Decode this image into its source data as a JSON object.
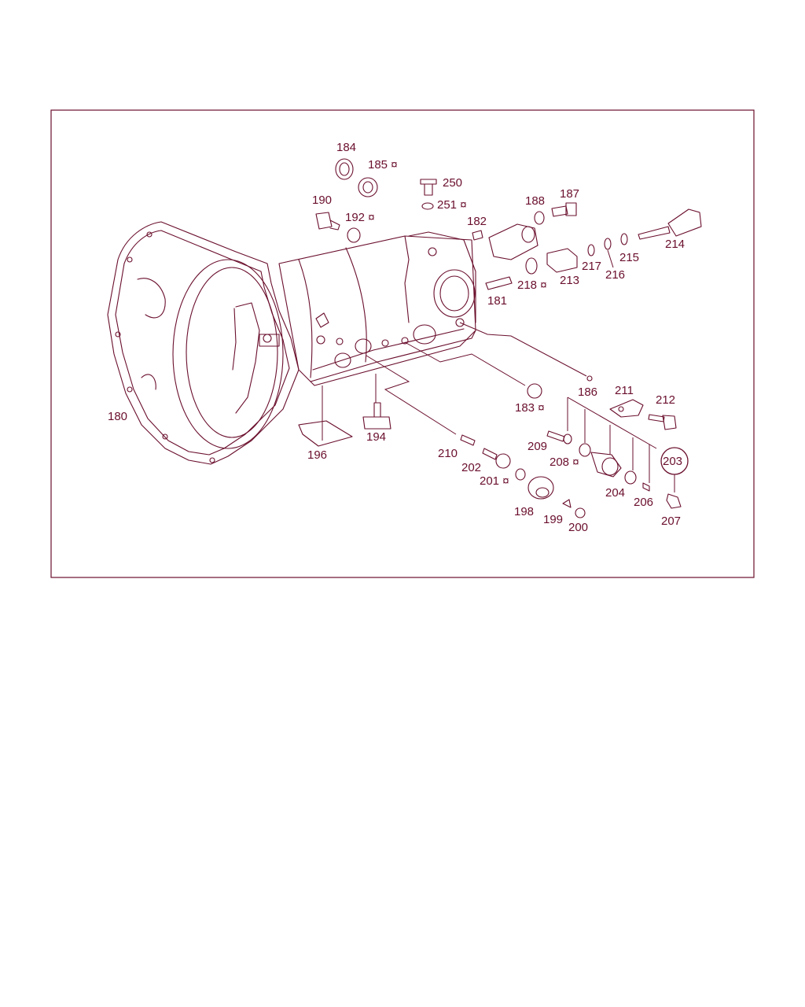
{
  "diagram": {
    "colors": {
      "ink": "#6a0f2c",
      "background": "#ffffff"
    },
    "callouts": {
      "c180": "180",
      "c181": "181",
      "c182": "182",
      "c183": "183 ¤",
      "c184": "184",
      "c185": "185 ¤",
      "c186": "186",
      "c187": "187",
      "c188": "188",
      "c190": "190",
      "c192": "192 ¤",
      "c194": "194",
      "c196": "196",
      "c198": "198",
      "c199": "199",
      "c200": "200",
      "c201": "201 ¤",
      "c202": "202",
      "c203": "203",
      "c204": "204",
      "c206": "206",
      "c207": "207",
      "c208": "208 ¤",
      "c209": "209",
      "c210": "210",
      "c211": "211",
      "c212": "212",
      "c213": "213",
      "c214": "214",
      "c215": "215",
      "c216": "216",
      "c217": "217",
      "c218": "218 ¤",
      "c250": "250",
      "c251": "251 ¤"
    }
  }
}
